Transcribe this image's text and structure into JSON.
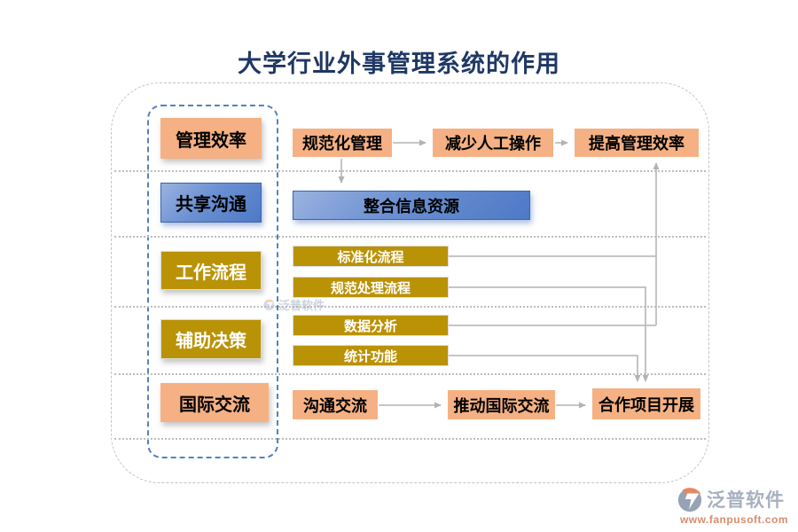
{
  "title": "大学行业外事管理系统的作用",
  "left_column": {
    "items": [
      {
        "label": "管理效率"
      },
      {
        "label": "共享沟通"
      },
      {
        "label": "工作流程"
      },
      {
        "label": "辅助决策"
      },
      {
        "label": "国际交流"
      }
    ]
  },
  "rows": {
    "management": {
      "steps": [
        {
          "label": "规范化管理"
        },
        {
          "label": "减少人工操作"
        },
        {
          "label": "提高管理效率"
        }
      ]
    },
    "sharing": {
      "label": "整合信息资源"
    },
    "workflow": {
      "items": [
        {
          "label": "标准化流程"
        },
        {
          "label": "规范处理流程"
        }
      ]
    },
    "decision": {
      "items": [
        {
          "label": "数据分析"
        },
        {
          "label": "统计功能"
        }
      ]
    },
    "international": {
      "steps": [
        {
          "label": "沟通交流"
        },
        {
          "label": "推动国际交流"
        },
        {
          "label": "合作项目开展"
        }
      ]
    }
  },
  "watermark": {
    "brand": "泛普软件",
    "url": "www.fanpusoft.com"
  },
  "center_watermark": {
    "brand": "泛普软件"
  },
  "colors": {
    "orange": "#F5B183",
    "gold": "#BA9205",
    "blue_gradient_start": "#9AB2E0",
    "blue_gradient_end": "#4E79C6",
    "title": "#1F3864",
    "connector": "#BDBDBD",
    "inner_frame_dash": "#5880BE"
  }
}
